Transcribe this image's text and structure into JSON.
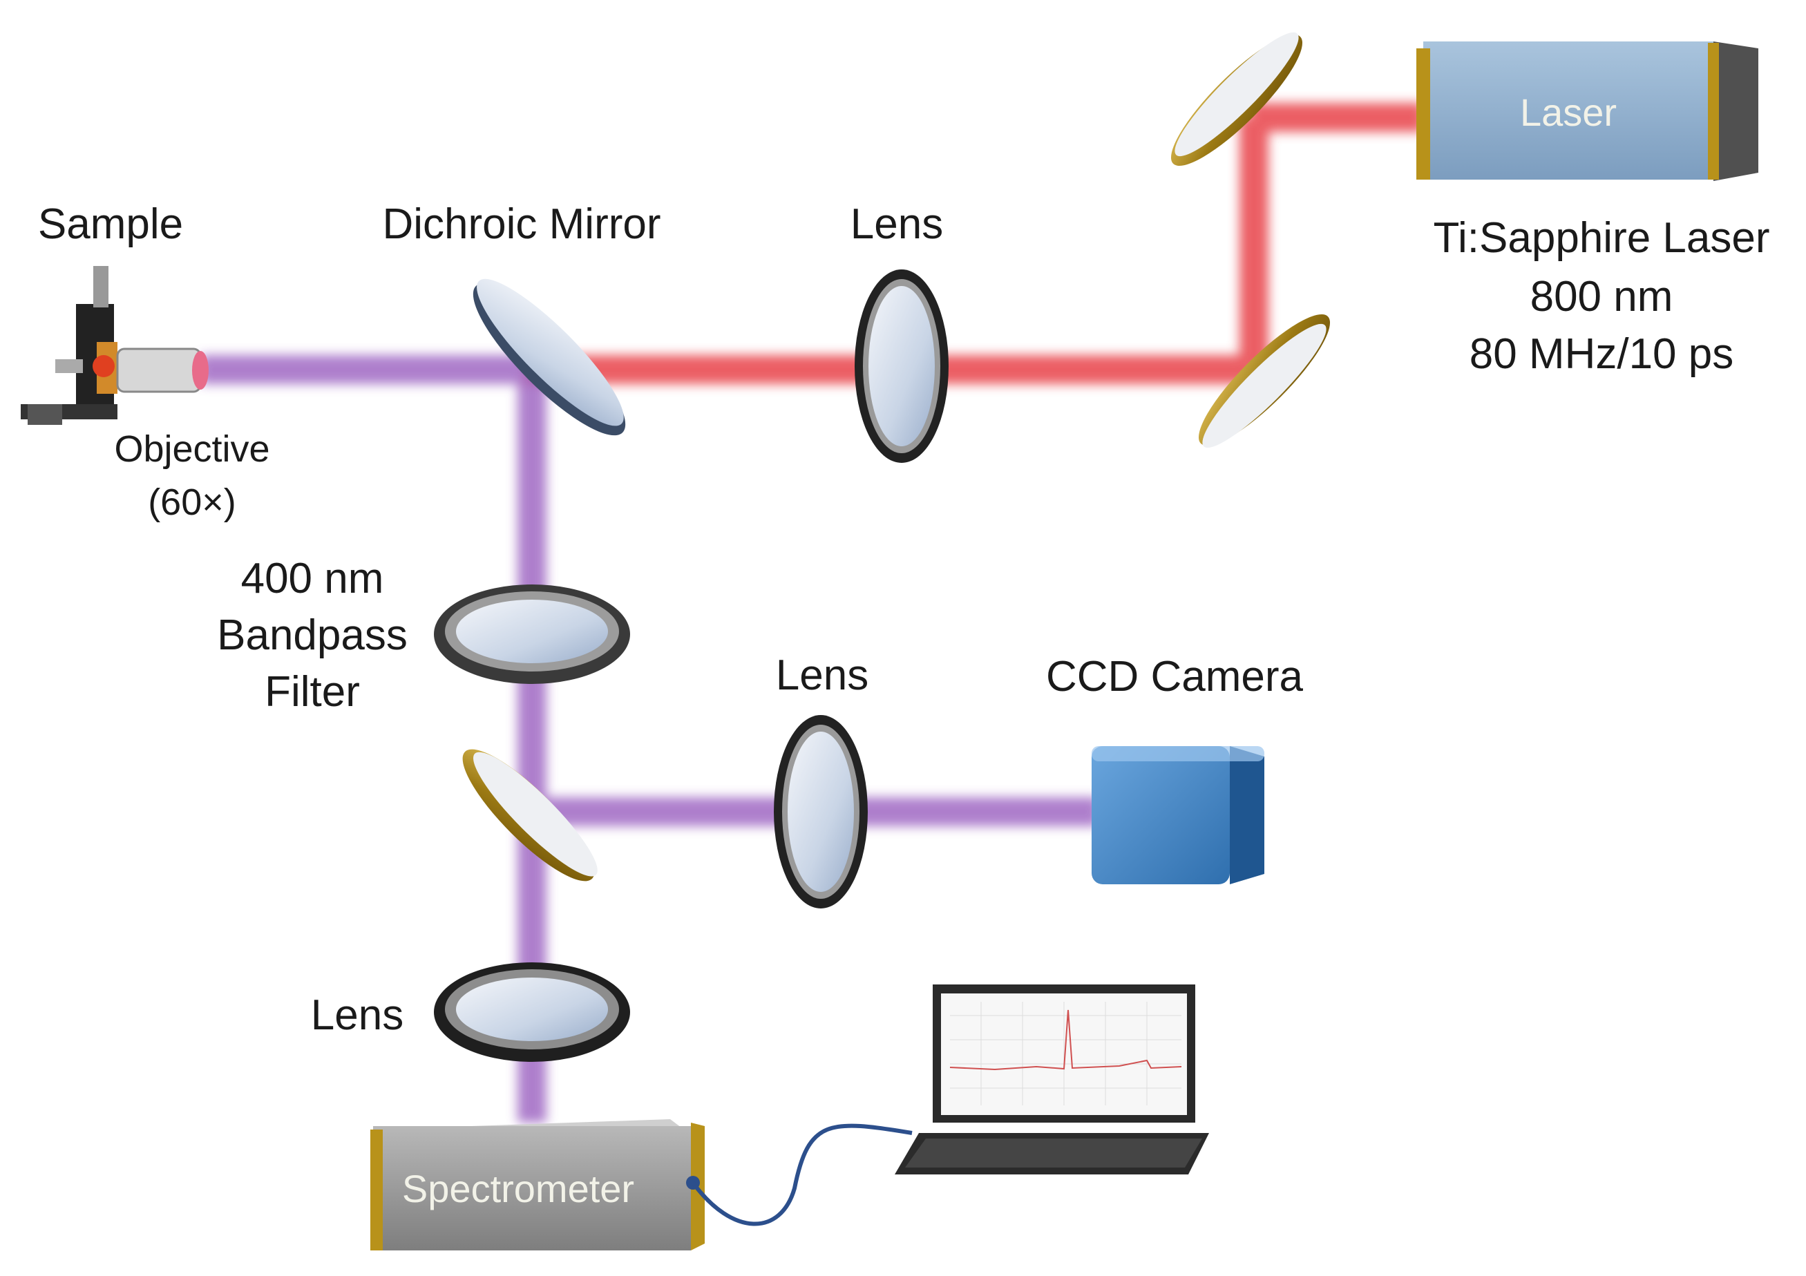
{
  "labels": {
    "sample": "Sample",
    "objective": "Objective",
    "objective_mag": "(60×)",
    "dichroic_mirror": "Dichroic Mirror",
    "lens_top": "Lens",
    "laser_box": "Laser",
    "laser_name": "Ti:Sapphire Laser",
    "laser_wavelength": "800 nm",
    "laser_params": "80 MHz/10 ps",
    "filter_line1": "400 nm",
    "filter_line2": "Bandpass",
    "filter_line3": "Filter",
    "lens_middle": "Lens",
    "ccd_camera": "CCD Camera",
    "lens_bottom": "Lens",
    "spectrometer": "Spectrometer"
  },
  "colors": {
    "excitation_beam": "#e8424a",
    "signal_beam": "#9a5fc0",
    "laser_body": "#8fb0cf",
    "camera_body": "#4e8fcf",
    "spectrometer_body": "#9a9a9a",
    "gold_trim": "#b8921a"
  }
}
